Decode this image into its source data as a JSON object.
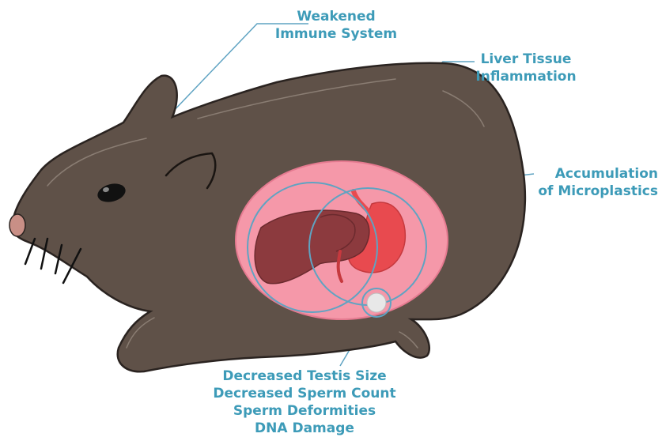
{
  "colors": {
    "body": "#5f5148",
    "outline": "#2a2320",
    "highlight": "#8a7d73",
    "nose": "#c98f86",
    "organ_cavity": "#f598a9",
    "organ_cavity_edge": "#e57a90",
    "liver": "#8c3a3e",
    "liver_dark": "#6b2a2e",
    "stomach": "#e84a4f",
    "label": "#3d9bb8",
    "circle": "#5fa3c2",
    "testis": "#e8e8e8"
  },
  "labels": {
    "immune": [
      "Weakened",
      "Immune System"
    ],
    "liver": [
      "Liver Tissue",
      "Inflammation"
    ],
    "microplastics": [
      "Accumulation",
      "of Microplastics"
    ],
    "reproductive": [
      "Decreased Testis Size",
      "Decreased Sperm Count",
      "Sperm Deformities",
      "DNA Damage"
    ]
  }
}
